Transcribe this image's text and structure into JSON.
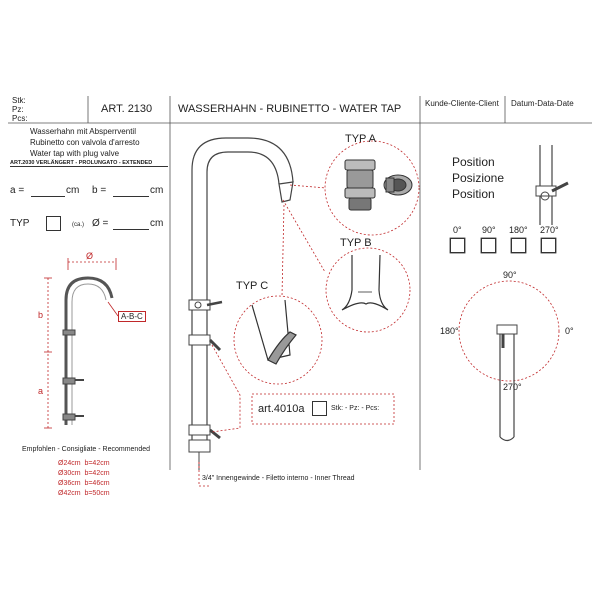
{
  "header": {
    "stk": "Stk:",
    "pz": "Pz:",
    "pcs": "Pcs:",
    "art": "ART. 2130",
    "title": "WASSERHAHN - RUBINETTO - WATER TAP",
    "client": "Kunde-Cliente-Client",
    "date": "Datum-Data-Date"
  },
  "description": {
    "line1": "Wasserhahn mit Absperrventil",
    "line2": "Rubinetto con valvola d'arresto",
    "line3": "Water tap with plug valve",
    "note": "ART.2030  VERLÄNGERT - PROLUNGATO - EXTENDED"
  },
  "fields": {
    "a_label": "a =",
    "a_unit": "cm",
    "b_label": "b =",
    "b_unit": "cm",
    "typ_label": "TYP",
    "ca_label": "(ca.)",
    "diam_label": "Ø =",
    "diam_unit": "cm"
  },
  "small_drawing": {
    "diam_symbol": "Ø",
    "b_label": "b",
    "a_label": "a",
    "abc_label": "A-B-C"
  },
  "recommended": {
    "title": "Empfohlen - Consigliate - Recommended",
    "rows": [
      {
        "d": "Ø24cm",
        "b": "b=42cm"
      },
      {
        "d": "Ø30cm",
        "b": "b=42cm"
      },
      {
        "d": "Ø36cm",
        "b": "b=46cm"
      },
      {
        "d": "Ø42cm",
        "b": "b=50cm"
      }
    ]
  },
  "types": {
    "a": "TYP  A",
    "b": "TYP  B",
    "c": "TYP  C"
  },
  "art4010": {
    "label": "art.4010a",
    "qty": "Stk: - Pz: - Pcs:"
  },
  "thread_note": "3/4\" Innengewinde - Filetto interno - Inner Thread",
  "position": {
    "line1": "Position",
    "line2": "Posizione",
    "line3": "Position",
    "angles": [
      "0°",
      "90°",
      "180°",
      "270°"
    ],
    "circle_top": "90°",
    "circle_left": "180°",
    "circle_right": "0°",
    "circle_bottom": "270°"
  },
  "colors": {
    "accent": "#c0282a",
    "line": "#333333"
  }
}
